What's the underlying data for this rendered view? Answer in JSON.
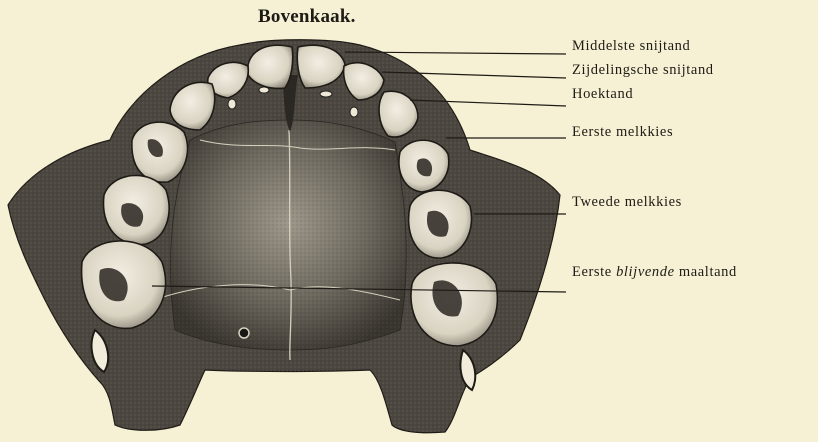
{
  "figure": {
    "title": "Bovenkaak.",
    "labels": {
      "central_incisor": "Middelste snijtand",
      "lateral_incisor": "Zijdelingsche snijtand",
      "canine": "Hoektand",
      "first_molar_deciduous": "Eerste melkkies",
      "second_molar_deciduous": "Tweede melkkies",
      "first_permanent_molar_prefix": "Eerste",
      "first_permanent_molar_emphasis": "blijvende",
      "first_permanent_molar_suffix": "maaltand"
    },
    "colors": {
      "background": "#f6f1d4",
      "bone_dark": "#3a3630",
      "bone_mid": "#6b665c",
      "tooth": "#e6e1d2",
      "ink": "#1e1b16"
    }
  }
}
